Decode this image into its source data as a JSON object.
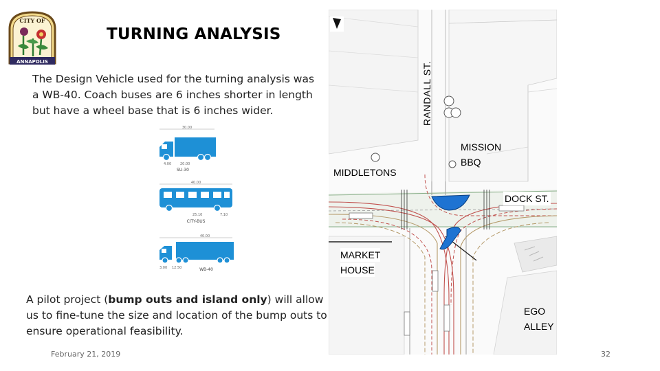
{
  "slide": {
    "title": "TURNING ANALYSIS",
    "intro": "The Design Vehicle used for the turning analysis was a WB-40. Coach buses are 6 inches shorter in length but have a wheel base that is 6 inches wider.",
    "pilot": {
      "prefix": "A pilot project (",
      "bold": "bump outs and island only",
      "suffix": ") will allow us to fine-tune the size and location of the bump outs to ensure operational feasibility."
    },
    "date": "February 21, 2019",
    "page_number": "32"
  },
  "logo": {
    "top_text": "CITY OF",
    "bottom_text": "ANNAPOLIS"
  },
  "vehicles": [
    {
      "name": "SU-30",
      "length_label": "30.00",
      "wheel_labels": [
        "4.00",
        "20.00"
      ]
    },
    {
      "name": "CITY-BUS",
      "length_label": "40.00",
      "wheel_labels": [
        "25.10",
        "7.10"
      ]
    },
    {
      "name": "WB-40",
      "length_label": "40.00",
      "wheel_labels": [
        "3.00",
        "12.50"
      ]
    }
  ],
  "map": {
    "labels": {
      "randall": "RANDALL ST.",
      "middletons": "MIDDLETONS",
      "mission_bbq_1": "MISSION",
      "mission_bbq_2": "BBQ",
      "dock": "DOCK ST.",
      "market_house_1": "MARKET",
      "market_house_2": "HOUSE",
      "ego_alley_1": "EGO",
      "ego_alley_2": "ALLEY"
    },
    "colors": {
      "bump_out": "#1e73d2",
      "turn_path_red": "#c0504d",
      "turn_path_tan": "#b59a6a",
      "street_line": "#888888"
    }
  }
}
